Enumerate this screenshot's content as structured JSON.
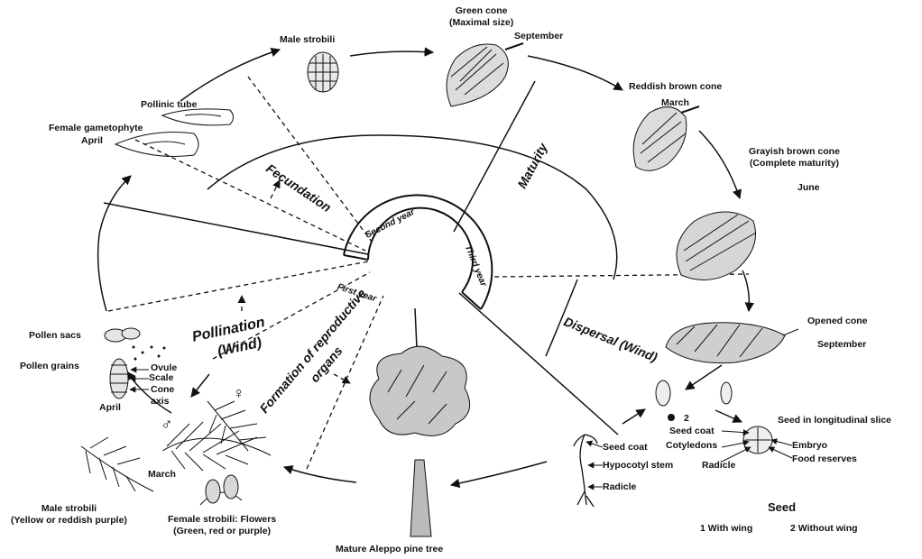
{
  "stages": {
    "male_strobili_top": "Male strobili",
    "green_cone": "Green cone\n(Maximal size)",
    "green_cone_month": "September",
    "reddish_cone": "Reddish brown cone",
    "reddish_cone_month": "March",
    "grayish_cone": "Grayish brown cone\n(Complete maturity)",
    "grayish_cone_month": "June",
    "opened_cone": "Opened cone",
    "opened_cone_month": "September",
    "pollinic_tube": "Pollinic tube",
    "female_gametophyte": "Female gametophyte",
    "april_top": "April",
    "pollen_sacs": "Pollen sacs",
    "pollen_grains": "Pollen grains",
    "ovule": "Ovule",
    "scale": "Scale",
    "cone_axis": "Cone\naxis",
    "april_left": "April",
    "march_left": "March",
    "male_strobili_bottom": "Male strobili\n(Yellow or reddish purple)",
    "female_strobili": "Female strobili: Flowers\n(Green, red or purple)",
    "mature_tree": "Mature Aleppo pine tree"
  },
  "sectors": {
    "fecundation": "Fecundation",
    "maturity": "Maturity",
    "dispersal": "Dispersal (Wind)",
    "pollination_line1": "Pollination",
    "pollination_line2": "(Wind)",
    "formation_line1": "Formation of reproductive",
    "formation_line2": "organs"
  },
  "years": {
    "first": "First year",
    "second": "Second year",
    "third": "Third year"
  },
  "seed_parts": {
    "seed_coat_left": "Seed coat",
    "hypocotyl": "Hypocotyl stem",
    "radicle_left": "Radicle",
    "num2": "2",
    "seed_coat_mid": "Seed coat",
    "cotyledons": "Cotyledons",
    "radicle_mid": "Radicle",
    "longitudinal": "Seed in longitudinal slice",
    "embryo": "Embryo",
    "food_reserves": "Food reserves"
  },
  "seed_legend": {
    "title": "Seed",
    "item1": "1 With wing",
    "item2": "2 Without wing"
  },
  "symbols": {
    "female": "♀",
    "male": "♂"
  }
}
